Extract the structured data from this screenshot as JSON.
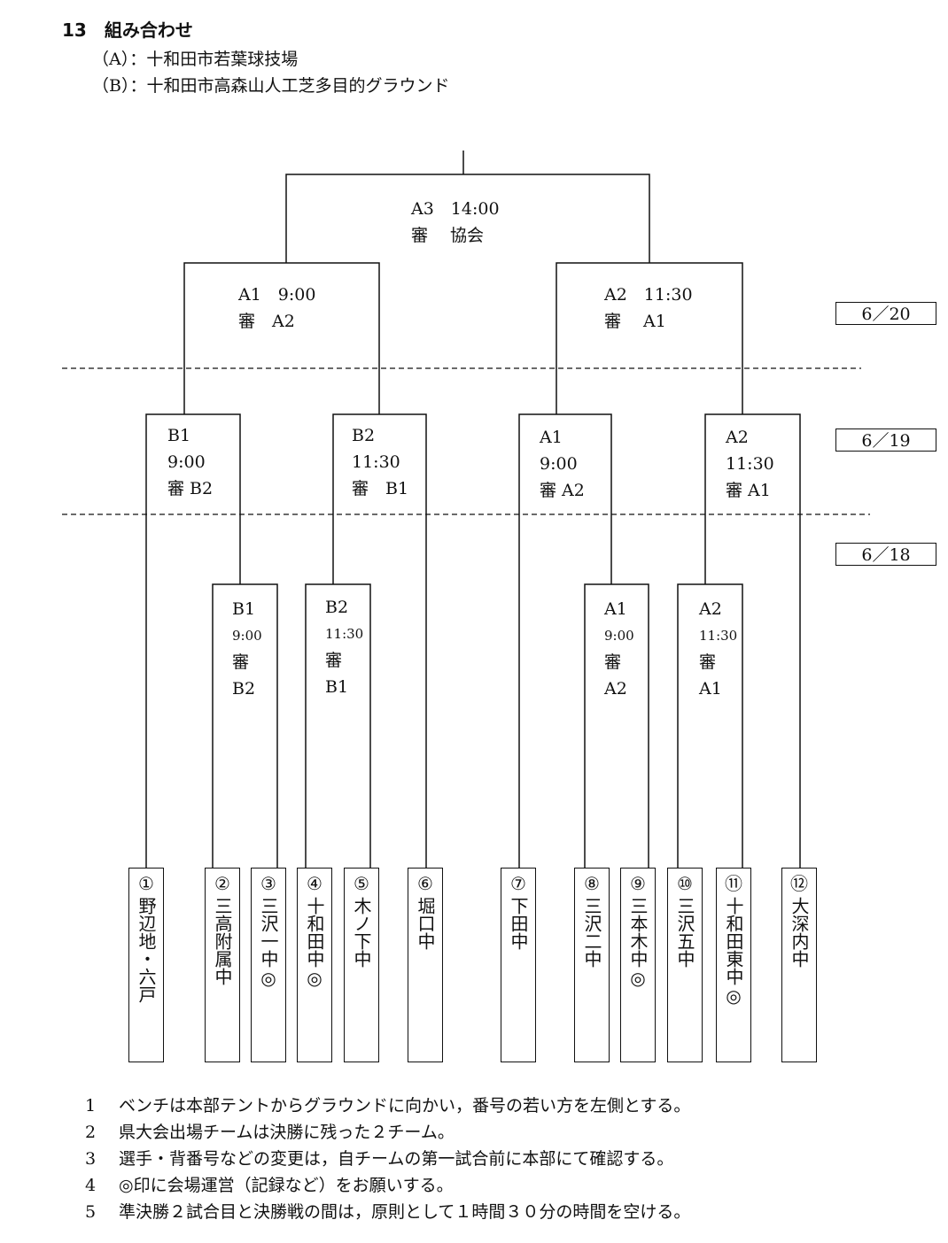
{
  "heading": "13　組み合わせ",
  "venues": [
    "（A）：十和田市若葉球技場",
    "（B）：十和田市高森山人工芝多目的グラウンド"
  ],
  "final": {
    "line1": "A3　14:00",
    "line2": "審　 協会"
  },
  "semis": [
    {
      "line1": "A1　9:00",
      "line2": "審　A2"
    },
    {
      "line1": "A2　11:30",
      "line2": "審　 A1"
    }
  ],
  "quarters": [
    {
      "line1": "B1",
      "line2": "9:00",
      "line3": "審 B2"
    },
    {
      "line1": "B2",
      "line2": "11:30",
      "line3": "審　B1"
    },
    {
      "line1": "A1",
      "line2": "9:00",
      "line3": "審 A2"
    },
    {
      "line1": "A2",
      "line2": "11:30",
      "line3": "審 A1"
    }
  ],
  "first_round": [
    {
      "line1": "B1",
      "line2": "9:00",
      "line3": "審",
      "line4": "B2"
    },
    {
      "line1": "B2",
      "line2": "11:30",
      "line3": "審",
      "line4": "B1"
    },
    {
      "line1": "A1",
      "line2": "9:00",
      "line3": "審",
      "line4": "A2"
    },
    {
      "line1": "A2",
      "line2": "11:30",
      "line3": "審",
      "line4": "A1"
    }
  ],
  "dates": [
    "6／20",
    "6／19",
    "6／18"
  ],
  "teams": [
    {
      "num": "①",
      "name": "野辺地・六戸"
    },
    {
      "num": "②",
      "name": "三高附属中"
    },
    {
      "num": "③",
      "name": "三沢一中◎"
    },
    {
      "num": "④",
      "name": "十和田中◎"
    },
    {
      "num": "⑤",
      "name": "木ノ下中"
    },
    {
      "num": "⑥",
      "name": "堀口中"
    },
    {
      "num": "⑦",
      "name": "下田中"
    },
    {
      "num": "⑧",
      "name": "三沢二中"
    },
    {
      "num": "⑨",
      "name": "三本木中◎"
    },
    {
      "num": "⑩",
      "name": "三沢五中"
    },
    {
      "num": "⑪",
      "name": "十和田東中◎"
    },
    {
      "num": "⑫",
      "name": "大深内中"
    }
  ],
  "notes": [
    {
      "n": "1",
      "text": "ベンチは本部テントからグラウンドに向かい，番号の若い方を左側とする。"
    },
    {
      "n": "2",
      "text": "県大会出場チームは決勝に残った２チーム。"
    },
    {
      "n": "3",
      "text": "選手・背番号などの変更は，自チームの第一試合前に本部にて確認する。"
    },
    {
      "n": "4",
      "text": "◎印に会場運営（記録など）をお願いする。"
    },
    {
      "n": "5",
      "text": "準決勝２試合目と決勝戦の間は，原則として１時間３０分の時間を空ける。"
    }
  ]
}
